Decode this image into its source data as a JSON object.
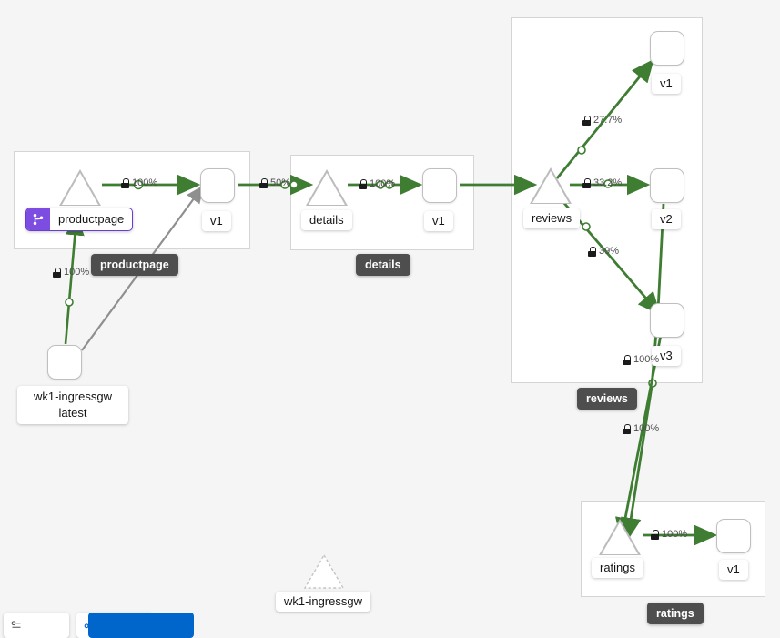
{
  "canvas": {
    "background": "#f5f5f5",
    "edge_color": "#3e7d32",
    "idle_edge_color": "#8f8f8f",
    "group_border": "#d5d5d5",
    "tooltip_bg": "#4e4e4e",
    "badge_color": "#7d4ce0"
  },
  "groups": [
    {
      "name": "productpage",
      "tooltip": "productpage"
    },
    {
      "name": "details",
      "tooltip": "details"
    },
    {
      "name": "reviews",
      "tooltip": "reviews"
    },
    {
      "name": "ratings",
      "tooltip": "ratings"
    }
  ],
  "nodes": {
    "ingressgw": {
      "label_line1": "wk1-ingressgw",
      "label_line2": "latest",
      "shape": "box"
    },
    "productpage_app": {
      "label": "productpage",
      "shape": "triangle",
      "badge_icon": "route-icon"
    },
    "productpage_v1": {
      "label": "v1",
      "shape": "box"
    },
    "details_app": {
      "label": "details",
      "shape": "triangle"
    },
    "details_v1": {
      "label": "v1",
      "shape": "box"
    },
    "reviews_app": {
      "label": "reviews",
      "shape": "triangle"
    },
    "reviews_v1": {
      "label": "v1",
      "shape": "box"
    },
    "reviews_v2": {
      "label": "v2",
      "shape": "box"
    },
    "reviews_v3": {
      "label": "v3",
      "shape": "box"
    },
    "ratings_app": {
      "label": "ratings",
      "shape": "triangle"
    },
    "ratings_v1": {
      "label": "v1",
      "shape": "box"
    },
    "ingressgw_ghost": {
      "label": "wk1-ingressgw",
      "shape": "triangle-dashed"
    }
  },
  "edges": [
    {
      "id": "gw-productpage",
      "from": "ingressgw",
      "to": "productpage_app",
      "label": "100%",
      "secured": true,
      "color": "#3e7d32"
    },
    {
      "id": "gw-productpage-v1",
      "from": "ingressgw",
      "to": "productpage_v1",
      "label": "",
      "secured": false,
      "color": "#8f8f8f"
    },
    {
      "id": "productpage-v1",
      "from": "productpage_app",
      "to": "productpage_v1",
      "label": "100%",
      "secured": true,
      "color": "#3e7d32"
    },
    {
      "id": "productpage-details",
      "from": "productpage_v1",
      "to": "details_app",
      "label": "50%",
      "secured": true,
      "color": "#3e7d32"
    },
    {
      "id": "details-v1",
      "from": "details_app",
      "to": "details_v1",
      "label": "100%",
      "secured": true,
      "color": "#3e7d32"
    },
    {
      "id": "details-reviews",
      "from": "details_v1",
      "to": "reviews_app",
      "label": "",
      "secured": false,
      "color": "#3e7d32"
    },
    {
      "id": "reviews-v1",
      "from": "reviews_app",
      "to": "reviews_v1",
      "label": "27.7%",
      "secured": true,
      "color": "#3e7d32"
    },
    {
      "id": "reviews-v2",
      "from": "reviews_app",
      "to": "reviews_v2",
      "label": "33.2%",
      "secured": true,
      "color": "#3e7d32"
    },
    {
      "id": "reviews-v3",
      "from": "reviews_app",
      "to": "reviews_v3",
      "label": "39%",
      "secured": true,
      "color": "#3e7d32"
    },
    {
      "id": "v3-ratings",
      "from": "reviews_v3",
      "to": "ratings_app",
      "label": "100%",
      "secured": true,
      "color": "#3e7d32"
    },
    {
      "id": "v2-ratings",
      "from": "reviews_v2",
      "to": "ratings_app",
      "label": "100%",
      "secured": true,
      "color": "#3e7d32"
    },
    {
      "id": "ratings-v1",
      "from": "ratings_app",
      "to": "ratings_v1",
      "label": "100%",
      "secured": true,
      "color": "#3e7d32"
    }
  ]
}
